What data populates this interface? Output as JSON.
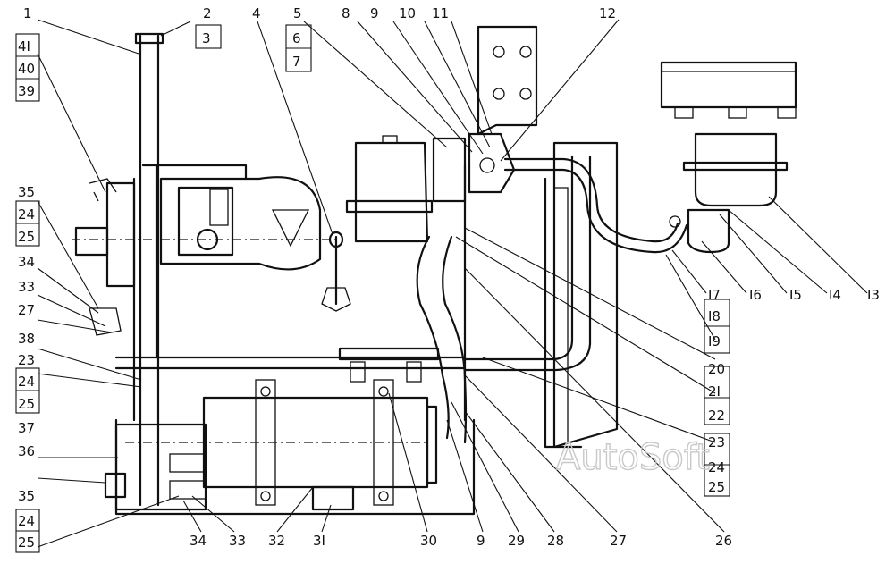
{
  "watermark": "AutoSoft",
  "callouts_top": [
    "1",
    "2",
    "3",
    "4",
    "5",
    "6",
    "7",
    "8",
    "9",
    "10",
    "11",
    "12"
  ],
  "callouts_left": [
    "4I",
    "40",
    "39",
    "35",
    "24",
    "25",
    "34",
    "33",
    "27",
    "38",
    "23",
    "24",
    "25",
    "37",
    "36",
    "35",
    "24",
    "25"
  ],
  "callouts_bottom": [
    "34",
    "33",
    "32",
    "3I",
    "30",
    "9",
    "29",
    "28",
    "27",
    "26"
  ],
  "callouts_right": [
    "I7",
    "I6",
    "I5",
    "I4",
    "I3",
    "I8",
    "I9",
    "20",
    "2I",
    "22",
    "23",
    "24",
    "25"
  ]
}
